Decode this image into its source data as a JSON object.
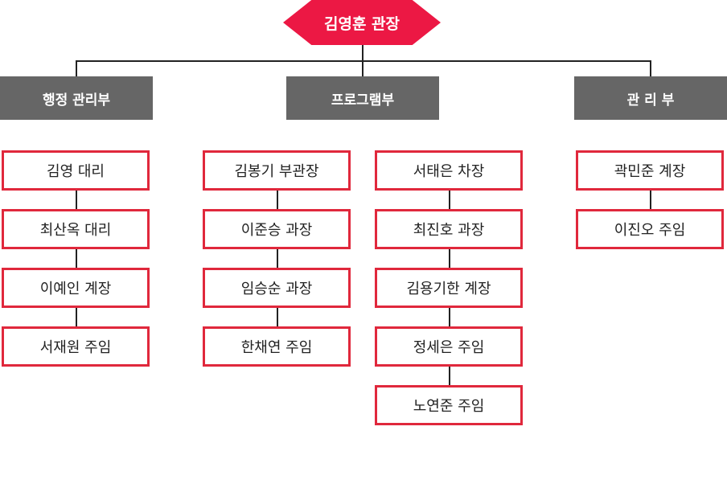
{
  "director": {
    "label": "김영훈 관장"
  },
  "departments": [
    {
      "label": "행정 관리부"
    },
    {
      "label": "프로그램부"
    },
    {
      "label": "관 리 부"
    }
  ],
  "columns": [
    {
      "members": [
        "김영 대리",
        "최산옥 대리",
        "이예인 계장",
        "서재원 주임"
      ]
    },
    {
      "members": [
        "김봉기 부관장",
        "이준승 과장",
        "임승순 과장",
        "한채연 주임"
      ]
    },
    {
      "members": [
        "서태은 차장",
        "최진호 과장",
        "김용기한 계장",
        "정세은 주임",
        "노연준 주임"
      ]
    },
    {
      "members": [
        "곽민준 계장",
        "이진오 주임"
      ]
    }
  ],
  "colors": {
    "director_fill": "#ec1844",
    "department_fill": "#666666",
    "member_border": "#e0283c",
    "connector": "#222222"
  }
}
